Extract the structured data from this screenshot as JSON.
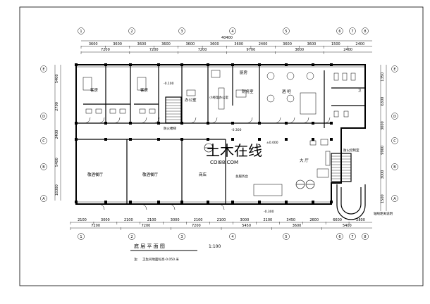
{
  "drawing": {
    "total_width": "40400",
    "top_dims_row1": [
      "3600",
      "3600",
      "3600",
      "3600",
      "3600",
      "3600",
      "3600",
      "2400",
      "3600",
      "3600",
      "1500",
      "2400"
    ],
    "top_dims_row2": [
      "7200",
      "7200",
      "7200",
      "9700",
      "3600",
      "2400"
    ],
    "bottom_dims_row1": [
      "2100",
      "3000",
      "2100",
      "2100",
      "3000",
      "2100",
      "2100",
      "3000",
      "2100",
      "3450",
      "2600",
      "6600",
      "2800"
    ],
    "bottom_dims_row2": [
      "7200",
      "7200",
      "7200",
      "5450",
      "3600",
      "5400"
    ],
    "left_dims": [
      "5400",
      "2700",
      "2400",
      "5400",
      "18300"
    ],
    "right_dims": [
      "1350",
      "6300",
      "3000",
      "9900",
      "3000",
      "1500"
    ],
    "axis_numbers": [
      "1",
      "2",
      "3",
      "4",
      "5",
      "6",
      "7",
      "8"
    ],
    "axis_letters": [
      "A",
      "B",
      "C",
      "D",
      "E"
    ],
    "rooms": {
      "guest_room_1": "客房",
      "guest_room_2": "客房",
      "office": "办公室",
      "manager_office": "小经理办公室",
      "finance": "财务室",
      "kitchen": "厨房",
      "bar": "酒 吧",
      "banquet_1": "敬酒餐厅",
      "banquet_2": "敬酒餐厅",
      "shop": "商店",
      "lobby": "大 厅",
      "stair_label": "防火楼梯",
      "reception": "总服务台",
      "fire_control": "防火控制室",
      "wc": "卫"
    },
    "levels": {
      "lobby_level": "±0.000",
      "top_level": "-0.100",
      "entrance_level": "-0.300",
      "front_level": "-0.300"
    },
    "title": "底 层 平 面 图",
    "scale": "1:100",
    "note_label": "注:",
    "note": "卫生间地面标高-0.050   米",
    "annotation_right": "轴线距离说明",
    "watermark": "土木在线",
    "watermark_url": "COI88.COM"
  }
}
